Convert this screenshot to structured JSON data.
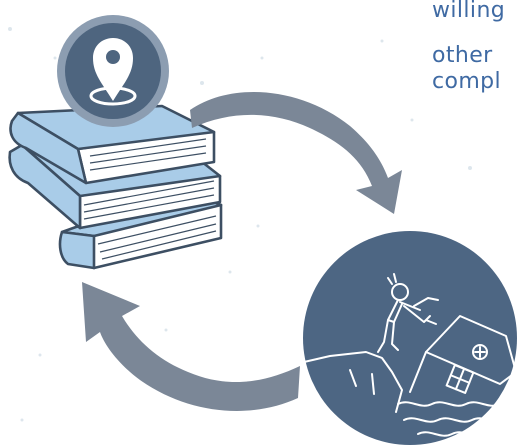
{
  "text_lines": [
    "willing",
    "other",
    "compl"
  ],
  "colors": {
    "text": "#3f6aa3",
    "book_cover": "#a9cce8",
    "book_pages": "#ffffff",
    "outline": "#3d4f63",
    "badge_outer": "#8c9db1",
    "badge_inner": "#4e657f",
    "pin": "#ffffff",
    "arrow": "#7b8797",
    "scene_circle": "#4d6683"
  },
  "icons": {
    "books": "stack-of-books-icon",
    "location": "map-pin-icon",
    "scene": "person-on-cliff-with-sinking-house-icon",
    "arrows": "curved-arrow-icon"
  }
}
